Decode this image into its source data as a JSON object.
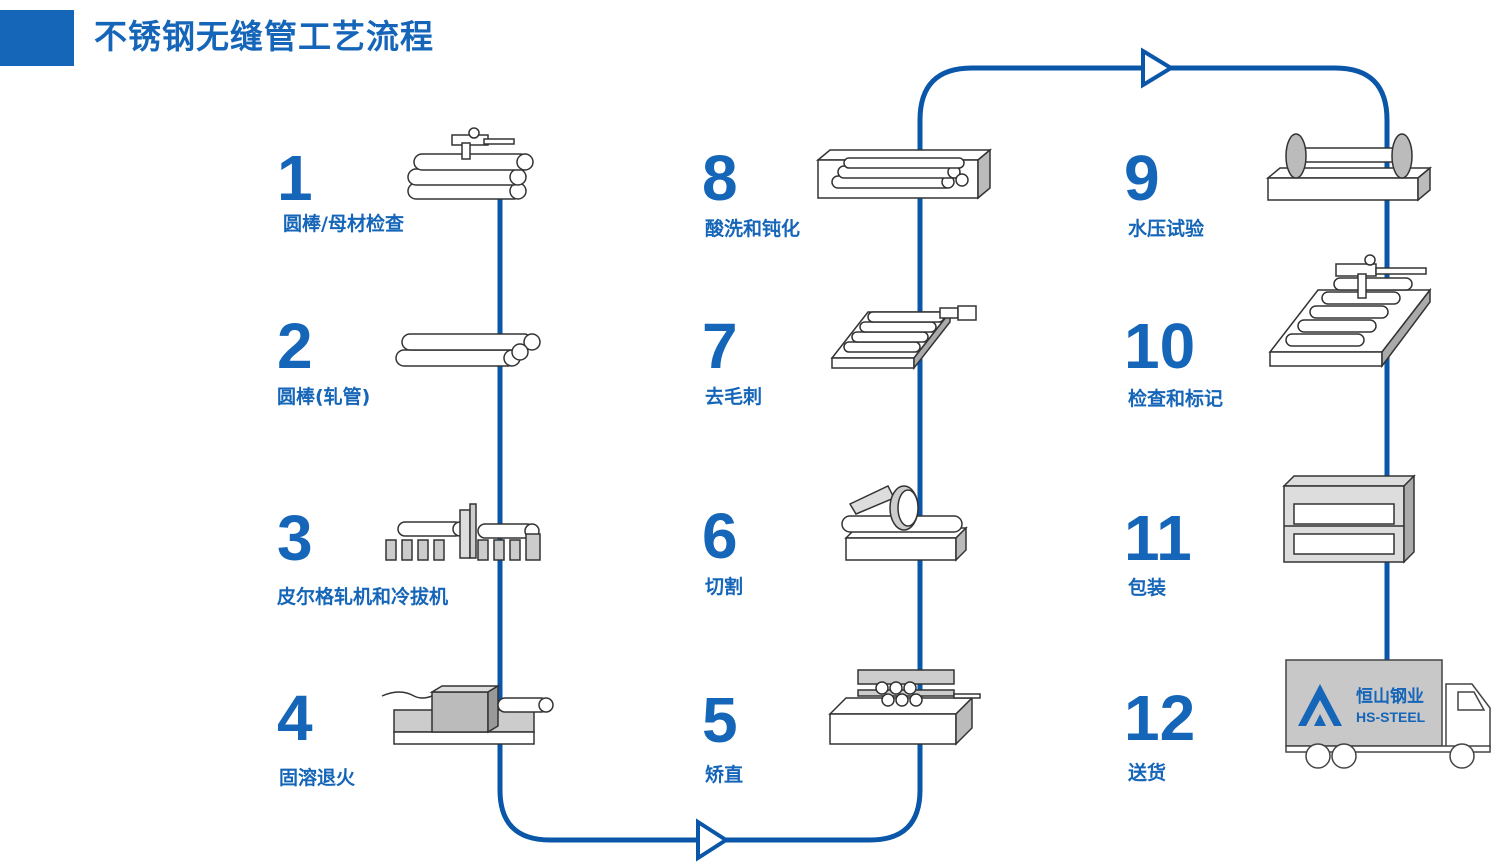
{
  "header": {
    "title": "不锈钢无缝管工艺流程"
  },
  "brand": {
    "name_cn": "恒山钢业",
    "name_en": "HS-STEEL"
  },
  "colors": {
    "accent": "#1565b8",
    "line": "#0a56a8",
    "truck_grey": "#c8c8c8"
  },
  "steps": [
    {
      "num": "1",
      "label": "圆棒/母材检查",
      "icon": "bars-with-caliper-icon"
    },
    {
      "num": "2",
      "label": "圆棒(轧管)",
      "icon": "round-bars-icon"
    },
    {
      "num": "3",
      "label": "皮尔格轧机和冷拔机",
      "icon": "rolling-mill-icon"
    },
    {
      "num": "4",
      "label": "固溶退火",
      "icon": "annealing-furnace-icon"
    },
    {
      "num": "5",
      "label": "矫直",
      "icon": "straightener-icon"
    },
    {
      "num": "6",
      "label": "切割",
      "icon": "cutting-saw-icon"
    },
    {
      "num": "7",
      "label": "去毛刺",
      "icon": "deburring-icon"
    },
    {
      "num": "8",
      "label": "酸洗和钝化",
      "icon": "pickling-tank-icon"
    },
    {
      "num": "9",
      "label": "水压试验",
      "icon": "hydro-test-icon"
    },
    {
      "num": "10",
      "label": "检查和标记",
      "icon": "inspection-marking-icon"
    },
    {
      "num": "11",
      "label": "包装",
      "icon": "packaging-icon"
    },
    {
      "num": "12",
      "label": "送货",
      "icon": "delivery-truck-icon"
    }
  ]
}
